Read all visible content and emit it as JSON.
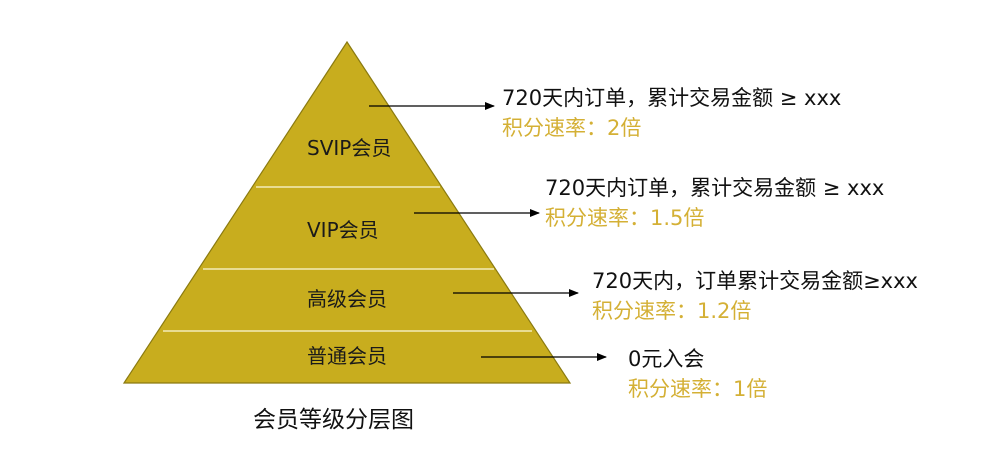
{
  "colors": {
    "pyramid_fill": "#c8ad1e",
    "pyramid_stroke": "#8a7a10",
    "divider": "#f3ecb8",
    "arrow": "#000000",
    "rate_text": "#d4b035"
  },
  "levels": [
    {
      "label": "SVIP会员",
      "condition": "720天内订单，累计交易金额 ≥ xxx",
      "rate": "积分速率：2倍"
    },
    {
      "label": "VIP会员",
      "condition": "720天内订单，累计交易金额 ≥ xxx",
      "rate": "积分速率：1.5倍"
    },
    {
      "label": "高级会员",
      "condition": "720天内，订单累计交易金额≥xxx",
      "rate": "积分速率：1.2倍"
    },
    {
      "label": "普通会员",
      "condition": "0元入会",
      "rate": "积分速率：1倍"
    }
  ],
  "caption": "会员等级分层图"
}
